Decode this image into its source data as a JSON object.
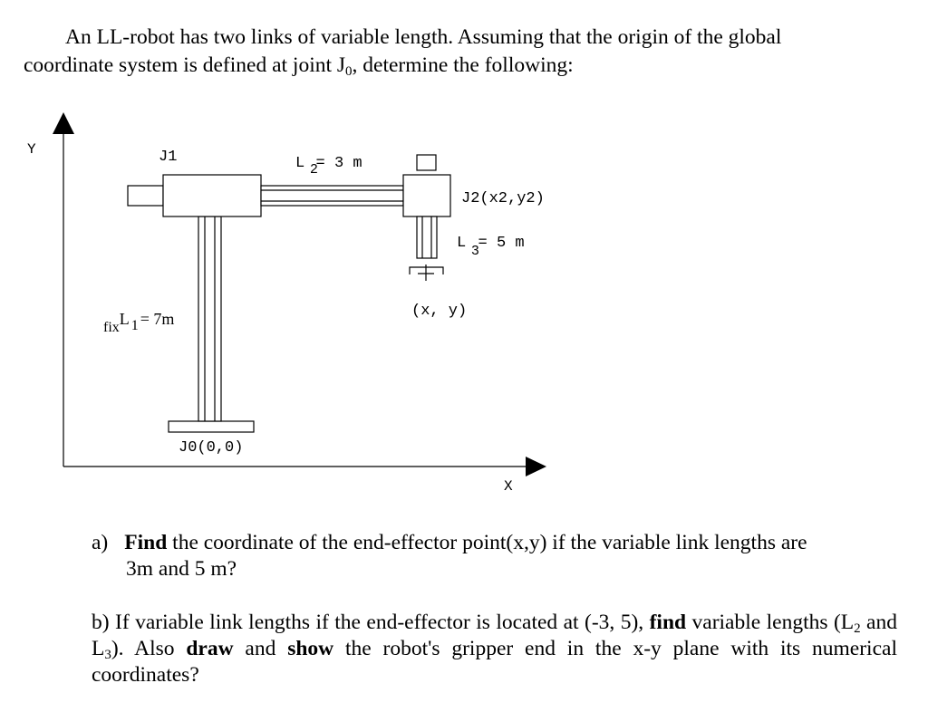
{
  "intro": {
    "line1": "An LL-robot has two links of variable length. Assuming that the origin of the global",
    "line2_pre": "coordinate system is defined at joint J",
    "line2_sub": "0",
    "line2_post": ", determine the following:"
  },
  "diagram": {
    "y_axis": "Y",
    "x_axis": "X",
    "j1": "J1",
    "l2_L": "L",
    "l2_sub": "2",
    "l2_val": "= 3 m",
    "j2": "J2(x2,y2)",
    "l3_L": "L",
    "l3_sub": "3",
    "l3_val": "= 5 m",
    "end_effector": "(x, y)",
    "l1_fix": "fix",
    "l1_L": "L",
    "l1_sub": "1",
    "l1_val": "= 7m",
    "j0": "J0(0,0)"
  },
  "question_a": {
    "marker": "a)",
    "bold": "Find",
    "text1": " the coordinate of the end-effector point(x,y) if the variable link lengths are",
    "text2": "3m and 5 m?"
  },
  "question_b": {
    "t1": "b) If variable link lengths if the end-effector is located at (-3, 5), ",
    "b1": "find",
    "t2": " variable lengths (L",
    "s1": "2",
    "t3": " and L",
    "s2": "3",
    "t4": "). Also ",
    "b2": "draw",
    "t5": " and ",
    "b3": "show",
    "t6": " the robot's gripper end in the x-y plane with its numerical coordinates?"
  }
}
